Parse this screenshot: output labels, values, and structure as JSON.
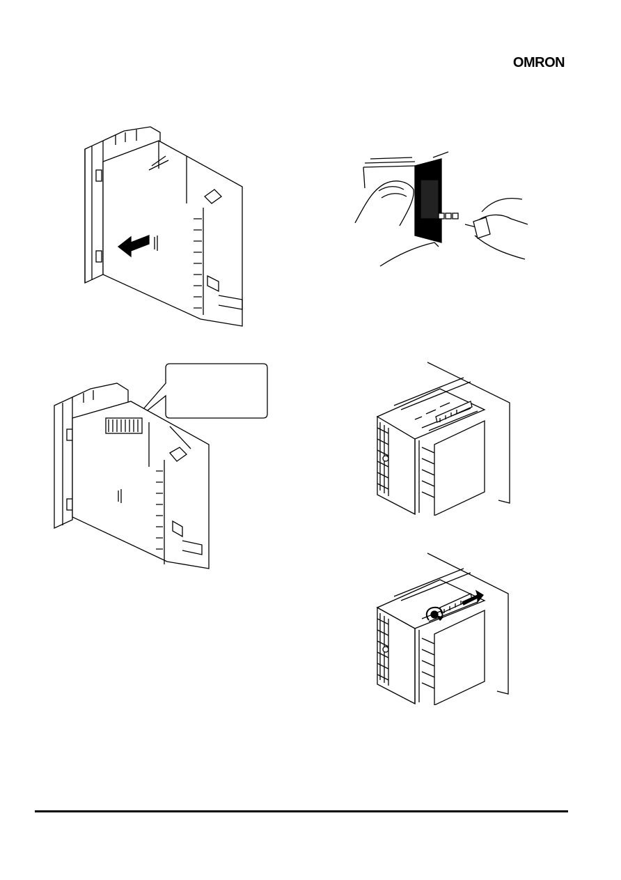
{
  "header": {
    "logo_text": "OMRON",
    "logo_color": "#000000"
  },
  "figures": [
    {
      "name": "pull-out-internal-unit",
      "icon": "unit-with-arrow-drawing"
    },
    {
      "name": "remove-with-screwdriver",
      "icon": "hands-screwdriver-drawing"
    },
    {
      "name": "internal-unit-dip-switch",
      "icon": "unit-with-callout-drawing",
      "callout_text": ""
    },
    {
      "name": "panel-mount-bracket",
      "icon": "panel-mount-drawing"
    },
    {
      "name": "panel-mount-tighten",
      "icon": "panel-mount-rotate-drawing"
    }
  ]
}
